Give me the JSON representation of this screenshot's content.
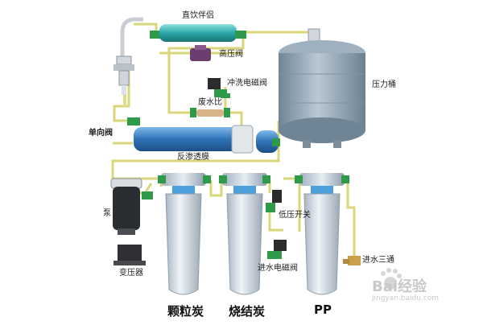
{
  "labels": {
    "top_filter": "直饮伴侣",
    "high_pressure_valve": "高压阀",
    "flush_solenoid": "冲洗电磁阀",
    "waste_ratio": "废水比",
    "check_valve": "单向阀",
    "ro_membrane": "反渗透膜",
    "pressure_tank": "压力桶",
    "pump": "泵",
    "low_pressure_switch": "低压开关",
    "inlet_solenoid": "进水电磁阀",
    "inlet_tee": "进水三通",
    "transformer": "变压器"
  },
  "filters": {
    "carbon_granular": "颗粒炭",
    "carbon_block": "烧结炭",
    "pp": "PP"
  },
  "watermark": {
    "brand": "Bai经验",
    "url": "jingyan.baidu.com"
  },
  "colors": {
    "pipe": "#d9d77a",
    "fitting": "#2f9a4a",
    "tank": "#8fa3b3",
    "membrane": "#3f86c6",
    "housing": "#d5dde6"
  }
}
